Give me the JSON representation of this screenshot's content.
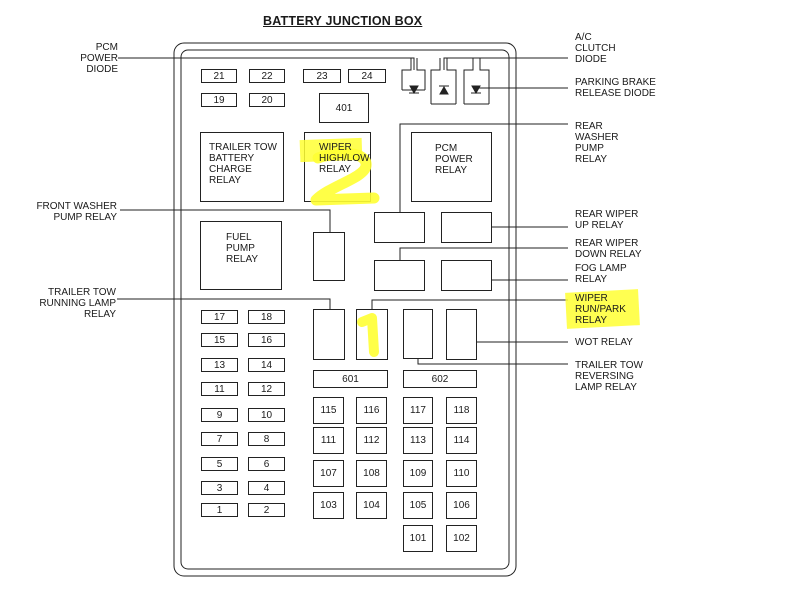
{
  "title": "BATTERY JUNCTION BOX",
  "callouts": {
    "pcm_power_diode": "PCM\nPOWER\nDIODE",
    "ac_clutch_diode": "A/C\nCLUTCH\nDIODE",
    "parking_brake_release_diode": "PARKING BRAKE\nRELEASE DIODE",
    "rear_washer_pump_relay": "REAR\nWASHER\nPUMP\nRELAY",
    "front_washer_pump_relay": "FRONT WASHER\nPUMP RELAY",
    "rear_wiper_up_relay": "REAR WIPER\nUP RELAY",
    "rear_wiper_down_relay": "REAR WIPER\nDOWN RELAY",
    "fog_lamp_relay": "FOG LAMP\nRELAY",
    "trailer_tow_running_lamp_relay": "TRAILER TOW\nRUNNING LAMP\nRELAY",
    "wiper_run_park_relay": "WIPER\nRUN/PARK\nRELAY",
    "wot_relay": "WOT RELAY",
    "trailer_tow_reversing_lamp_relay": "TRAILER TOW\nREVERSING\nLAMP RELAY"
  },
  "relays": {
    "trailer_tow_battery_charge": "TRAILER TOW\nBATTERY\nCHARGE\nRELAY",
    "wiper_high_low": "WIPER\nHIGH/LOW\nRELAY",
    "pcm_power": "PCM\nPOWER\nRELAY",
    "fuel_pump": "FUEL\nPUMP\nRELAY"
  },
  "annotations": {
    "handwritten_2": "2",
    "handwritten_1": "1",
    "highlight_color": "#ffff33"
  },
  "fuses": {
    "top_row": [
      "21",
      "22",
      "23",
      "24"
    ],
    "second_row": [
      "19",
      "20"
    ],
    "f401": "401",
    "f601": "601",
    "f602": "602",
    "left_column": [
      [
        "17",
        "18"
      ],
      [
        "15",
        "16"
      ],
      [
        "13",
        "14"
      ],
      [
        "11",
        "12"
      ],
      [
        "9",
        "10"
      ],
      [
        "7",
        "8"
      ],
      [
        "5",
        "6"
      ],
      [
        "3",
        "4"
      ],
      [
        "1",
        "2"
      ]
    ],
    "center_grid": [
      [
        "115",
        "116",
        "117",
        "118"
      ],
      [
        "111",
        "112",
        "113",
        "114"
      ],
      [
        "107",
        "108",
        "109",
        "110"
      ],
      [
        "103",
        "104",
        "105",
        "106"
      ],
      [
        "",
        "",
        "101",
        "102"
      ]
    ]
  }
}
